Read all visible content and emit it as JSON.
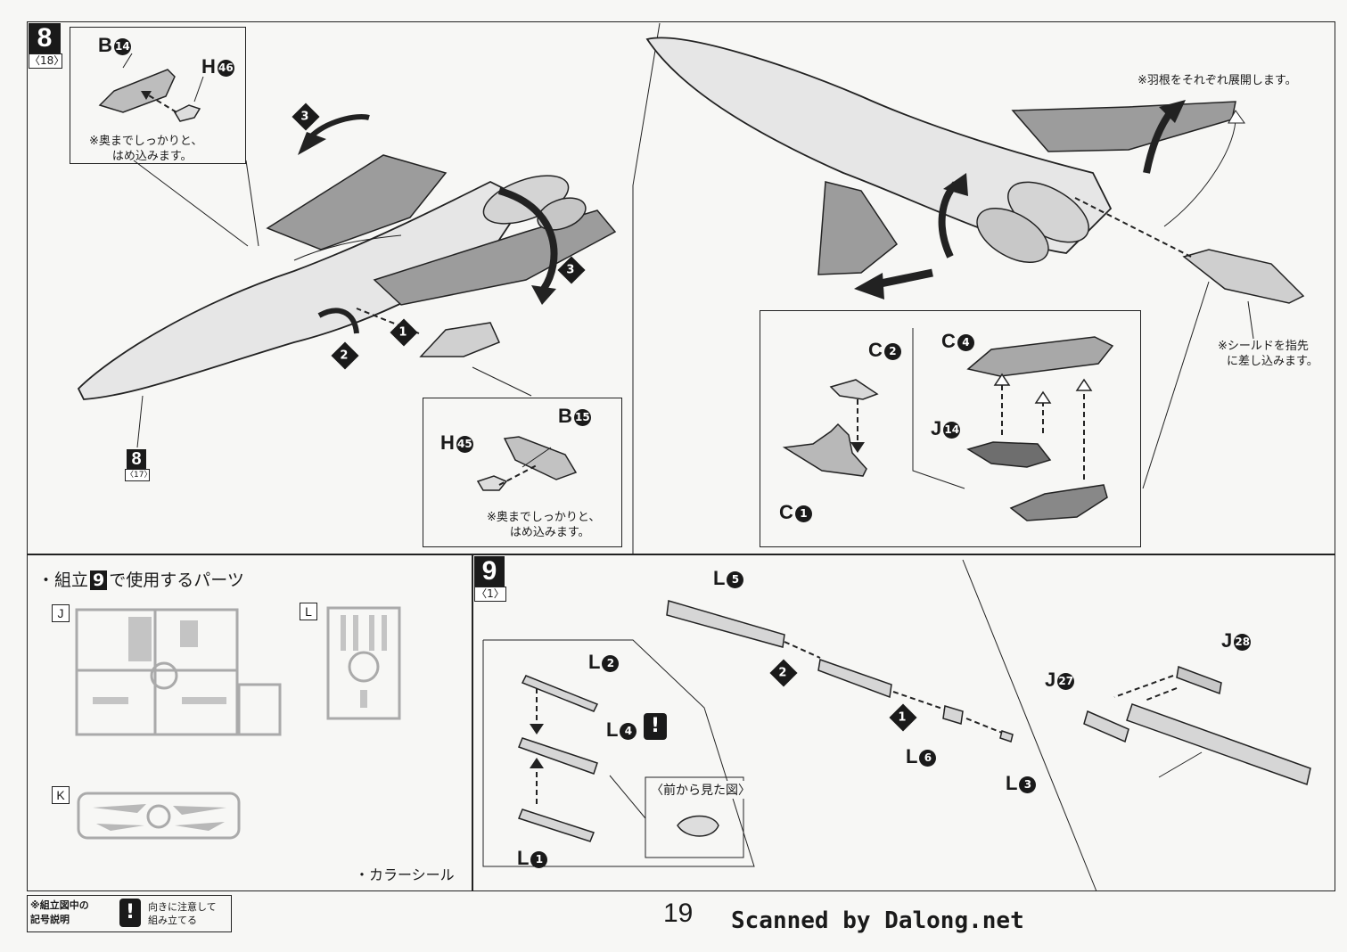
{
  "step8": {
    "badge": "8",
    "sub": "〈18〉",
    "inset_top_labels": {
      "part_b": "B",
      "part_b_num": "14",
      "part_h": "H",
      "part_h_num": "46"
    },
    "inset_top_note": [
      "※奥までしっかりと、",
      "はめ込みます。"
    ],
    "inset_bottom_labels": {
      "part_b": "B",
      "part_b_num": "15",
      "part_h": "H",
      "part_h_num": "45"
    },
    "inset_bottom_note": [
      "※奥までしっかりと、",
      "はめ込みます。"
    ],
    "bottom_badge": "8",
    "bottom_sub": "〈17〉",
    "order_marks": [
      "1",
      "2",
      "3",
      "3"
    ],
    "right_note_top": "※羽根をそれぞれ展開します。",
    "right_note_shield": [
      "※シールドを指先",
      "に差し込みます。"
    ],
    "shield_inset_labels": {
      "c2": "C",
      "c2_num": "2",
      "c4": "C",
      "c4_num": "4",
      "j14": "J",
      "j14_num": "14",
      "c1": "C",
      "c1_num": "1"
    }
  },
  "parts_panel": {
    "title_pre": "・組立",
    "title_step": "9",
    "title_post": "で使用するパーツ",
    "runners": [
      "J",
      "L",
      "K"
    ],
    "sticker_label": "・カラーシール"
  },
  "step9": {
    "badge": "9",
    "sub": "〈1〉",
    "labels": {
      "l5": "L",
      "l5_num": "5",
      "l2": "L",
      "l2_num": "2",
      "l4": "L",
      "l4_num": "4",
      "l1": "L",
      "l1_num": "1",
      "l6": "L",
      "l6_num": "6",
      "l3": "L",
      "l3_num": "3",
      "j27": "J",
      "j27_num": "27",
      "j28": "J",
      "j28_num": "28"
    },
    "caution_mark": "!",
    "front_view_label": "〈前から見た図〉",
    "order_marks": [
      "1",
      "2"
    ]
  },
  "legend": {
    "title": [
      "※組立図中の",
      "記号説明"
    ],
    "mark": "!",
    "text": [
      "向きに注意して",
      "組み立てる"
    ]
  },
  "page_number": "19",
  "scan_credit": "Scanned by Dalong.net"
}
